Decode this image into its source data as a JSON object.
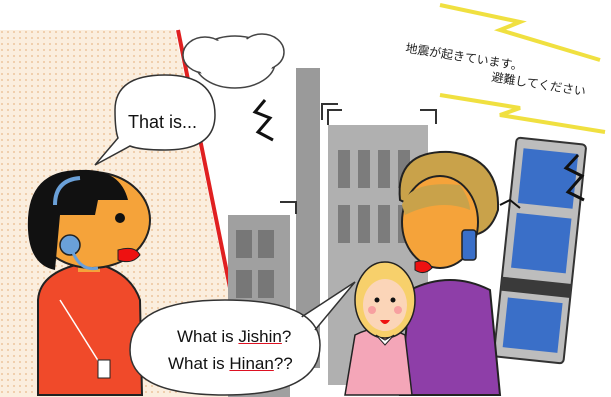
{
  "operator_bubble": {
    "text": "That is..."
  },
  "child_bubble": {
    "line1_prefix": "What is ",
    "line1_word": "Jishin",
    "line1_suffix": "?",
    "line2_prefix": "What is ",
    "line2_word": "Hinan",
    "line2_suffix": "??"
  },
  "announcement": {
    "line1": "地震が起きています。",
    "line2": "避難してください"
  },
  "colors": {
    "divider": "#e02020",
    "operator_shirt": "#f04a2a",
    "building": "#9a9a9a",
    "window": "#777777",
    "phone_building": "#3a6fc8",
    "mother_dress": "#8e3ea8",
    "child_dress": "#f4a6b8",
    "speaker_line": "#f0e040"
  }
}
